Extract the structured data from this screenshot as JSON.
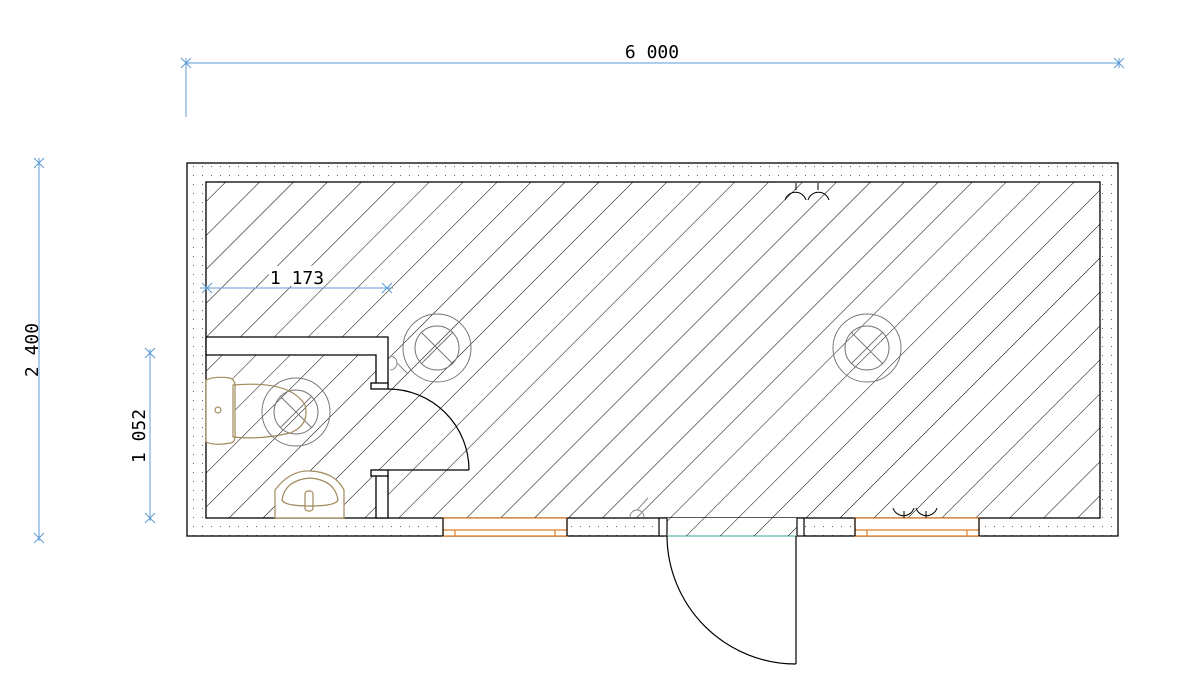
{
  "dimensions": {
    "overall_length": "6 000",
    "overall_width": "2 400",
    "bathroom_width": "1 052",
    "bathroom_length": "1 173"
  },
  "colors": {
    "dimension_line": "#5b9bd5",
    "wall": "#000000",
    "window": "#e07b20",
    "fixture": "#a08a5a",
    "threshold": "#5fb8b0",
    "light": "#777777"
  }
}
